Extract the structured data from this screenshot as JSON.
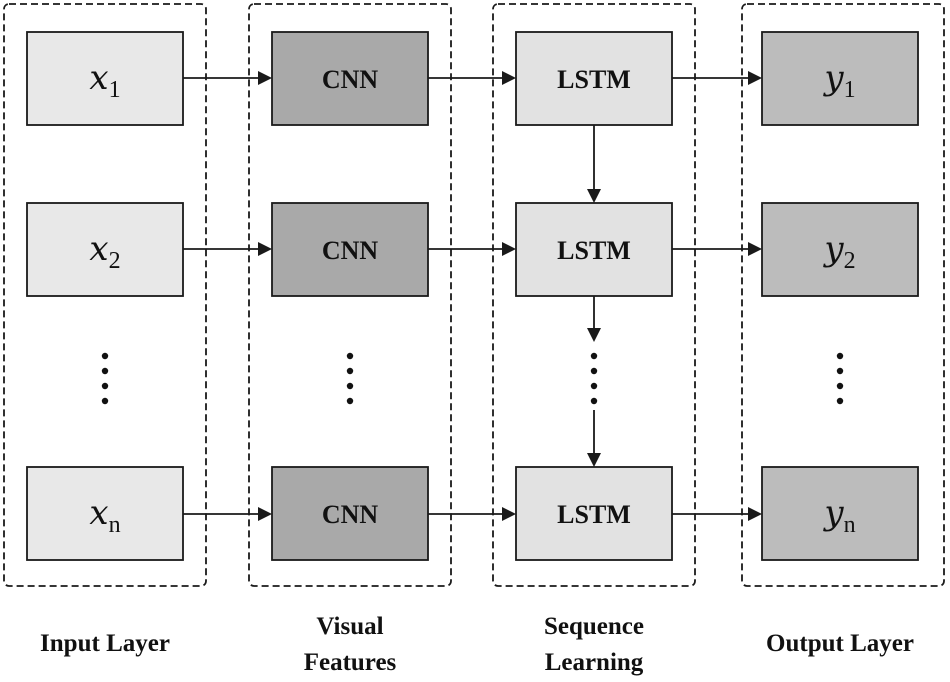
{
  "groups": {
    "input": {
      "label": "Input Layer"
    },
    "visual": {
      "label_line1": "Visual",
      "label_line2": "Features"
    },
    "sequence": {
      "label_line1": "Sequence",
      "label_line2": "Learning"
    },
    "output": {
      "label": "Output Layer"
    }
  },
  "inputs": [
    {
      "var": "x",
      "sub": "1"
    },
    {
      "var": "x",
      "sub": "2"
    },
    {
      "var": "x",
      "sub": "n"
    }
  ],
  "cnn": [
    {
      "label": "CNN"
    },
    {
      "label": "CNN"
    },
    {
      "label": "CNN"
    }
  ],
  "lstm": [
    {
      "label": "LSTM"
    },
    {
      "label": "LSTM"
    },
    {
      "label": "LSTM"
    }
  ],
  "outputs": [
    {
      "var": "y",
      "sub": "1"
    },
    {
      "var": "y",
      "sub": "2"
    },
    {
      "var": "y",
      "sub": "n"
    }
  ]
}
